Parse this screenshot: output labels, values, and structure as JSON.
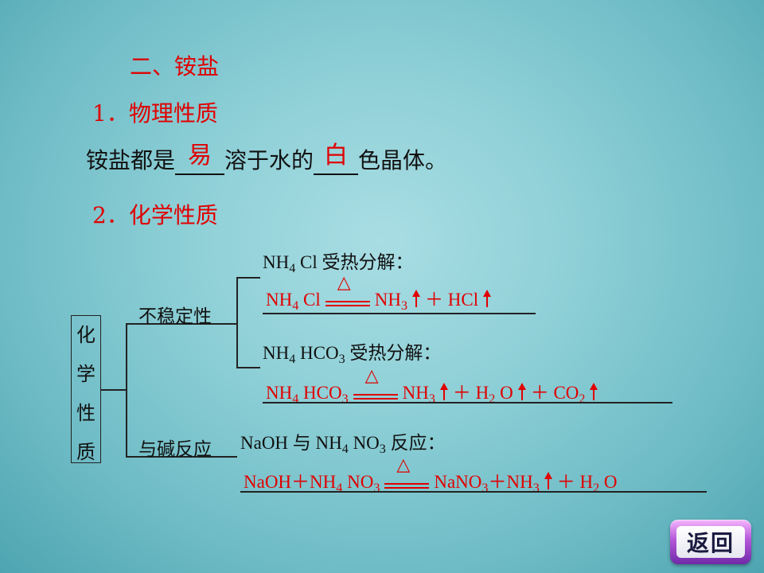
{
  "section_title": "二、铵盐",
  "sub1": {
    "number": "1",
    "label": "物理性质"
  },
  "sentence": {
    "part1": "铵盐都是",
    "blank1": "易",
    "part2": "溶于水的",
    "blank2": "白",
    "part3": "色晶体。"
  },
  "sub2": {
    "number": "2",
    "label": "化学性质"
  },
  "tree": {
    "root_chars": [
      "化",
      "学",
      "性",
      "质"
    ],
    "branch1_label": "不稳定性",
    "branch2_label": "与碱反应"
  },
  "reactions": {
    "r1_title": {
      "a": "NH",
      "a_sub": "4",
      "b": "Cl 受热分解："
    },
    "r1_eq": {
      "lhs": "NH",
      "lhs_sub": "4",
      "lhs2": "Cl",
      "p1": "NH",
      "p1_sub": "3",
      "plus": "＋",
      "p2": "HCl",
      "cond": "△"
    },
    "r2_title": {
      "a": "NH",
      "a_sub": "4",
      "b": "HCO",
      "b_sub": "3",
      "c": " 受热分解："
    },
    "r2_eq": {
      "lhs": "NH",
      "lhs_sub": "4",
      "lhs2": "HCO",
      "lhs2_sub": "3",
      "p1": "NH",
      "p1_sub": "3",
      "plus": "＋",
      "p2": "H",
      "p2_sub": "2",
      "p2b": "O",
      "plus2": "＋",
      "p3": "CO",
      "p3_sub": "2",
      "cond": "△"
    },
    "r3_title": {
      "a": "NaOH 与 NH",
      "a_sub": "4",
      "b": "NO",
      "b_sub": "3",
      "c": " 反应："
    },
    "r3_eq": {
      "r1": "NaOH",
      "plus": "＋",
      "r2": "NH",
      "r2_sub": "4",
      "r2b": "NO",
      "r2b_sub": "3",
      "p1": "NaNO",
      "p1_sub": "3",
      "plus2": "＋",
      "p2": "NH",
      "p2_sub": "3",
      "plus3": "＋",
      "p3": "H",
      "p3_sub": "2",
      "p3b": "O",
      "cond": "△"
    }
  },
  "back_button": {
    "label": "返回"
  },
  "colors": {
    "accent": "#e00000",
    "text": "#111111"
  }
}
